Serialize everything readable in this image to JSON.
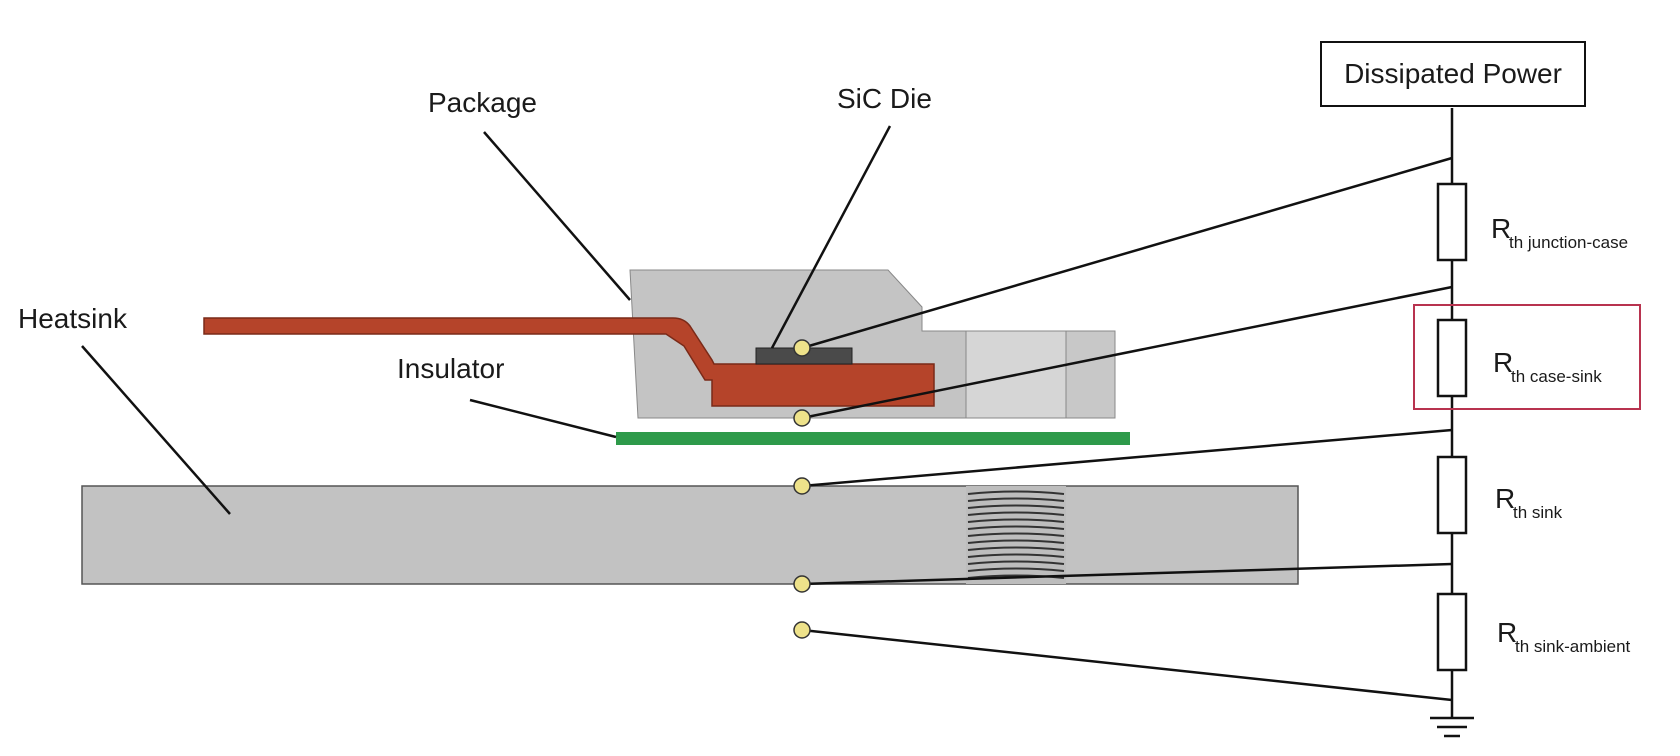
{
  "labels": {
    "package": "Package",
    "sic_die": "SiC Die",
    "heatsink": "Heatsink",
    "insulator": "Insulator",
    "dissipated_power": "Dissipated Power"
  },
  "resistors": [
    {
      "main": "R",
      "sub": "th junction-case"
    },
    {
      "main": "R",
      "sub": "th case-sink"
    },
    {
      "main": "R",
      "sub": "th sink"
    },
    {
      "main": "R",
      "sub": "th sink-ambient"
    }
  ],
  "colors": {
    "package": "#c4c4c4",
    "leadframe": "#b5442a",
    "insulator": "#2e9a4a",
    "heatsink": "#c2c2c2",
    "die": "#4a4a4a",
    "node": "#eee28a",
    "highlight": "#b8334f"
  },
  "highlighted_resistor": "th case-sink"
}
